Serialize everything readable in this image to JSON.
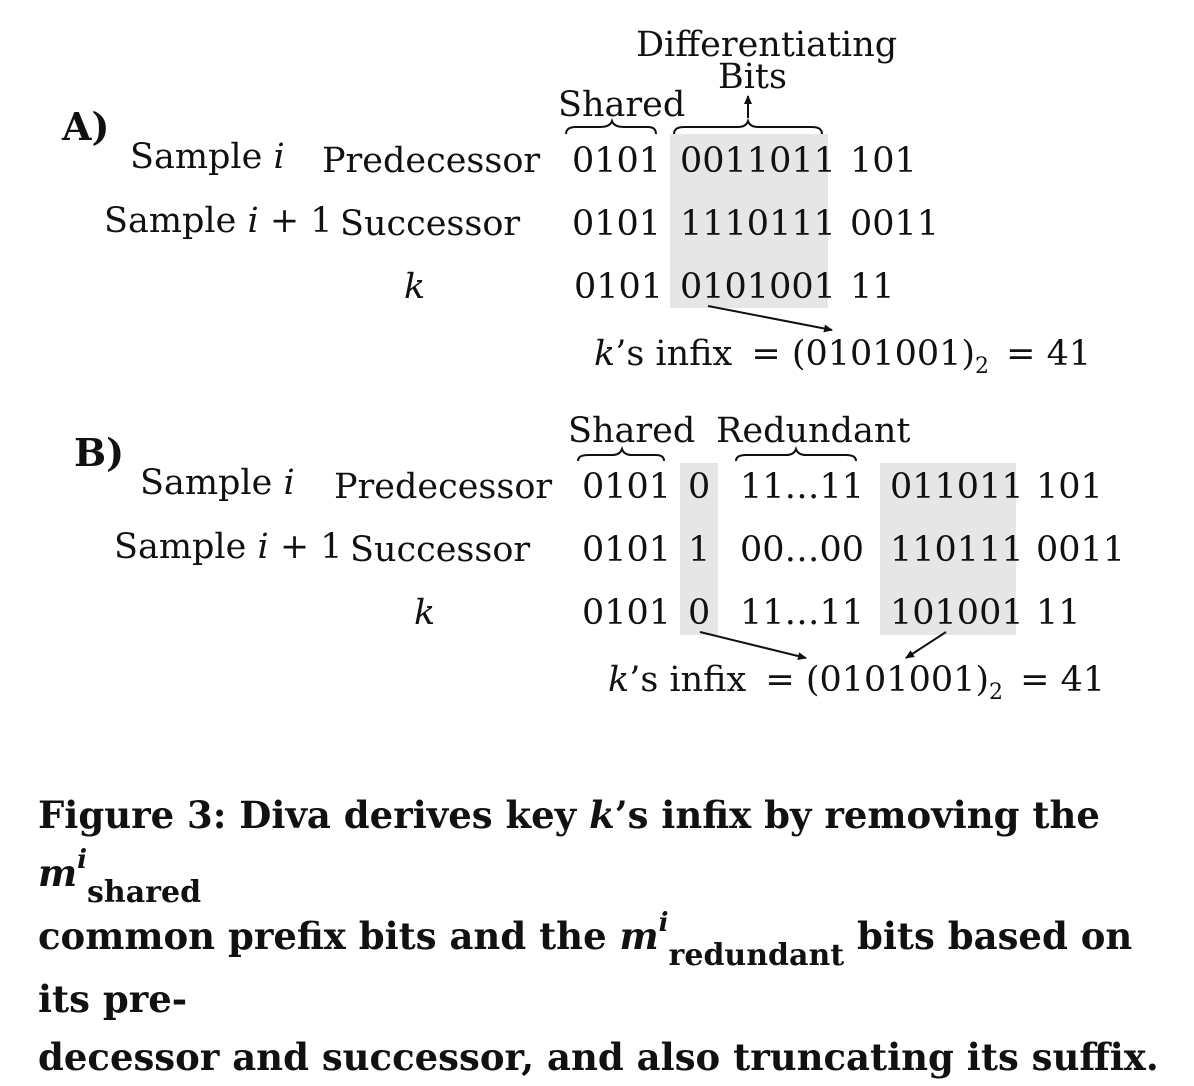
{
  "panel_a": {
    "label": "A)",
    "header_shared": "Shared",
    "header_diff_1": "Differentiating",
    "header_diff_2": "Bits",
    "rows": [
      {
        "sample": "Sample",
        "var": "i",
        "suffix": "",
        "role": "Predecessor",
        "shared": "0101",
        "diff": "0011011",
        "tail": "101"
      },
      {
        "sample": "Sample",
        "var": "i",
        "suffix": " + 1",
        "role": "Successor",
        "shared": "0101",
        "diff": "1110111",
        "tail": "0011"
      },
      {
        "sample": "",
        "var": "",
        "suffix": "",
        "role": "k",
        "shared": "0101",
        "diff": "0101001",
        "tail": "11"
      }
    ],
    "infix_k": "k",
    "infix_text": "’s infix",
    "infix_eq": "= (0101001)",
    "infix_sub": "2",
    "infix_val": "= 41"
  },
  "panel_b": {
    "label": "B)",
    "header_shared": "Shared",
    "header_redundant": "Redundant",
    "rows": [
      {
        "sample": "Sample",
        "var": "i",
        "suffix": "",
        "role": "Predecessor",
        "shared": "0101",
        "bit": "0",
        "redundant": "11…11",
        "diff": "011011",
        "tail": "101"
      },
      {
        "sample": "Sample",
        "var": "i",
        "suffix": " + 1",
        "role": "Successor",
        "shared": "0101",
        "bit": "1",
        "redundant": "00…00",
        "diff": "110111",
        "tail": "0011"
      },
      {
        "sample": "",
        "var": "",
        "suffix": "",
        "role": "k",
        "shared": "0101",
        "bit": "0",
        "redundant": "11…11",
        "diff": "101001",
        "tail": "11"
      }
    ],
    "infix_k": "k",
    "infix_text": "’s infix",
    "infix_eq": "= (0101001)",
    "infix_sub": "2",
    "infix_val": "= 41"
  },
  "caption": {
    "part1": "Figure 3: Diva derives key ",
    "k": "k",
    "part2": "’s infix by removing the ",
    "m1": "m",
    "m1_sup": "i",
    "m1_sub": "shared",
    "part3": "common prefix bits and the ",
    "m2": "m",
    "m2_sup": "i",
    "m2_sub": "redundant",
    "part4": " bits based on its pre-",
    "part5": "decessor and successor, and also truncating its suffix."
  }
}
